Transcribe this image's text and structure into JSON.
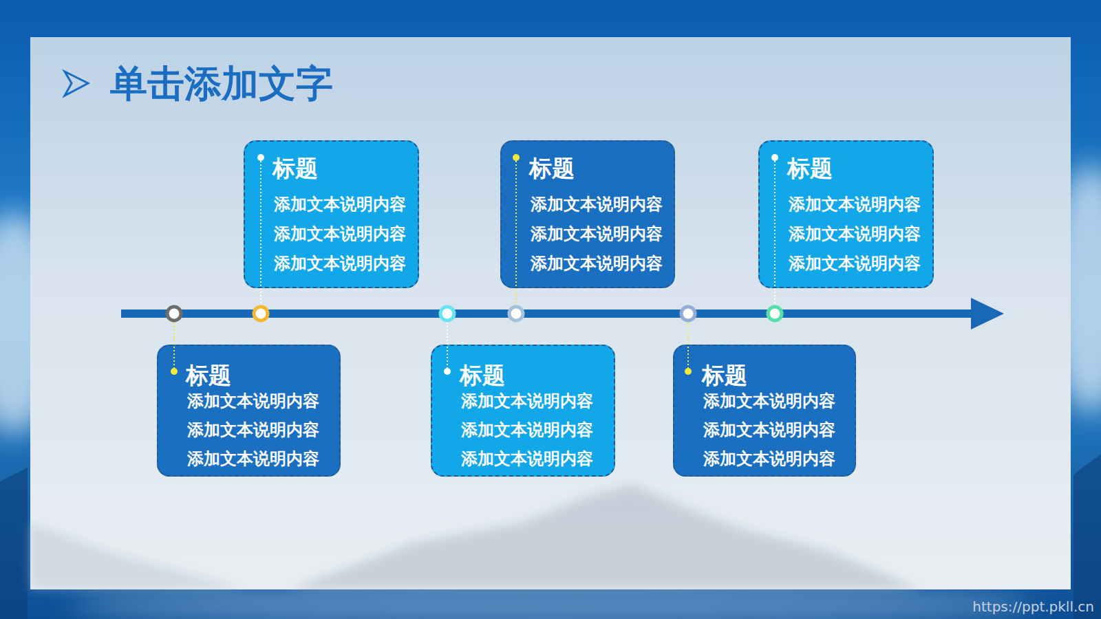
{
  "diagram": {
    "title": "单击添加文字",
    "nodes": [
      {
        "text": [
          "标题",
          "添加文本说明内容",
          "添加文本说明内容",
          "添加文本说明内容"
        ]
      },
      {
        "text": [
          "标题",
          "添加文本说明内容",
          "添加文本说明内容",
          "添加文本说明内容"
        ]
      },
      {
        "text": [
          "标题",
          "添加文本说明内容",
          "添加文本说明内容",
          "添加文本说明内容"
        ]
      },
      {
        "text": [
          "标题",
          "添加文本说明内容",
          "添加文本说明内容",
          "添加文本说明内容"
        ]
      },
      {
        "text": [
          "标题",
          "添加文本说明内容",
          "添加文本说明内容",
          "添加文本说明内容"
        ]
      },
      {
        "text": [
          "标题",
          "添加文本说明内容",
          "添加文本说明内容",
          "添加文本说明内容"
        ]
      }
    ],
    "labels": [
      "https://ppt.pkll.cn"
    ]
  }
}
